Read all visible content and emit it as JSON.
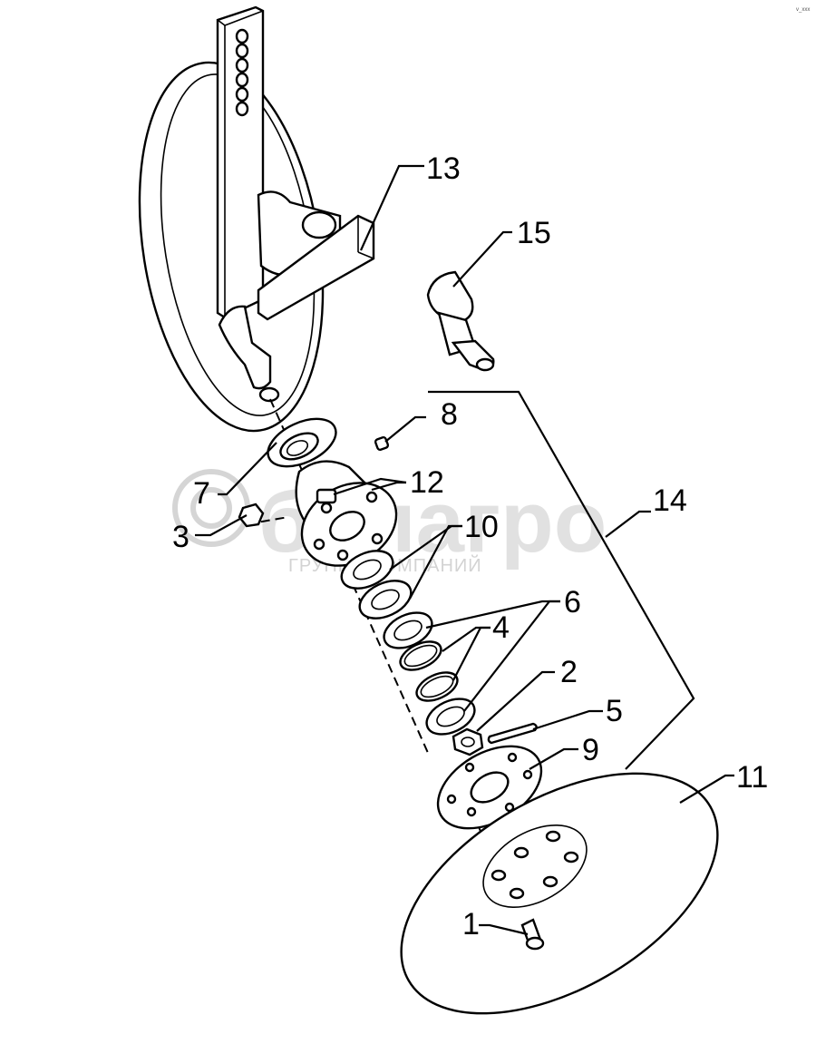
{
  "watermark": {
    "brand": "белагро",
    "subtitle": "ГРУППА КОМПАНИЙ"
  },
  "corner_note": "v_xxx",
  "callouts": [
    "1",
    "2",
    "3",
    "4",
    "5",
    "6",
    "7",
    "8",
    "9",
    "10",
    "11",
    "12",
    "13",
    "14",
    "15"
  ],
  "colors": {
    "line": "#000000",
    "background": "#ffffff",
    "watermark": "#c9c9c9"
  }
}
